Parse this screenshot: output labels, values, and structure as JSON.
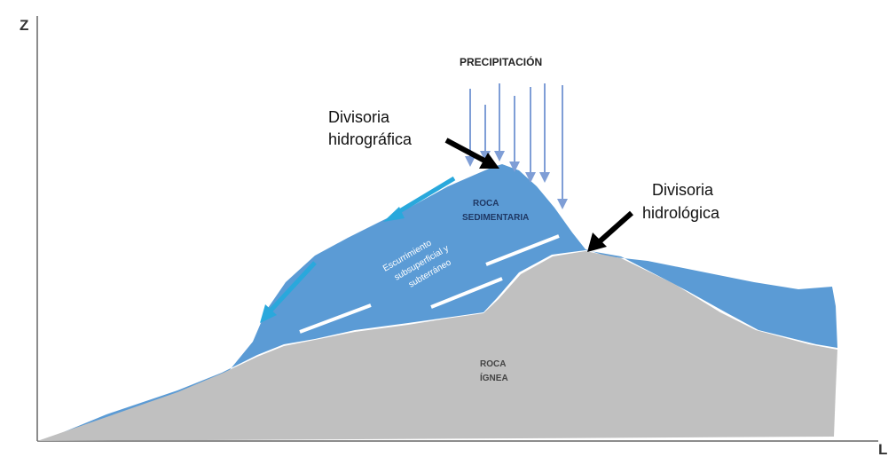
{
  "axes": {
    "z_label": "Z",
    "l_label": "L"
  },
  "labels": {
    "precipitation": "PRECIPITACIÓN",
    "hydrographic_divide_line1": "Divisoria",
    "hydrographic_divide_line2": "hidrográfica",
    "hydrologic_divide_line1": "Divisoria",
    "hydrologic_divide_line2": "hidrológica",
    "sedimentary_rock_line1": "ROCA",
    "sedimentary_rock_line2": "SEDIMENTARIA",
    "igneous_rock_line1": "ROCA",
    "igneous_rock_line2": "ÍGNEA",
    "runoff_line1": "Escurrimiento",
    "runoff_line2": "subsuperficial y",
    "runoff_line3": "subterráneo"
  },
  "colors": {
    "sedimentary": "#5b9bd5",
    "igneous": "#c0c0c0",
    "precipitation_arrows": "#7f9ed6",
    "runoff_arrows": "#29a8dc",
    "pointer_arrows": "#000000",
    "flow_lines": "#ffffff"
  }
}
